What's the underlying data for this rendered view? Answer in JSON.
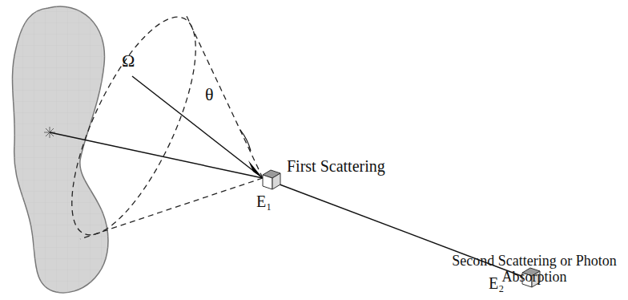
{
  "diagram": {
    "labels": [
      "Ω",
      "θ",
      "First Scattering",
      "E₁",
      "Second Scattering or Photon Absorption",
      "E₂"
    ]
  }
}
